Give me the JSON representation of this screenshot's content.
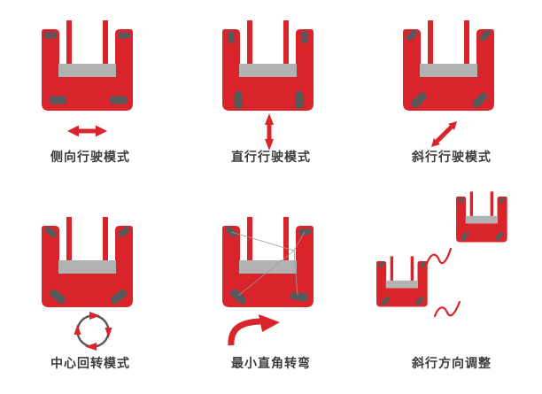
{
  "diagram": {
    "background": "#ffffff",
    "colors": {
      "forklift_red": "#d9242b",
      "carriage_gray": "#b2b2b2",
      "wheel_dark_gray": "#57585a",
      "guide_line_gray": "#9b9b9b",
      "label_text": "#3c3c3c"
    },
    "panels": [
      {
        "id": "lateral",
        "label": "侧向行驶模式",
        "icon": "forklift-top-view",
        "indicator": "horizontal-double-arrow"
      },
      {
        "id": "straight",
        "label": "直行行驶模式",
        "icon": "forklift-top-view",
        "indicator": "vertical-double-arrow"
      },
      {
        "id": "diagonal",
        "label": "斜行行驶模式",
        "icon": "forklift-top-view",
        "indicator": "diagonal-double-arrow"
      },
      {
        "id": "center-rotation",
        "label": "中心回转模式",
        "icon": "forklift-top-view",
        "indicator": "clockwise-rotation-circle"
      },
      {
        "id": "min-right-angle-turn",
        "label": "最小直角转弯",
        "icon": "forklift-top-view-with-turn-radius-lines",
        "indicator": "curved-turn-arrow"
      },
      {
        "id": "diagonal-direction-adjust",
        "label": "斜行方向调整",
        "icon": "two-forklifts-diagonal",
        "indicator": "wavy-path-lines"
      }
    ]
  }
}
